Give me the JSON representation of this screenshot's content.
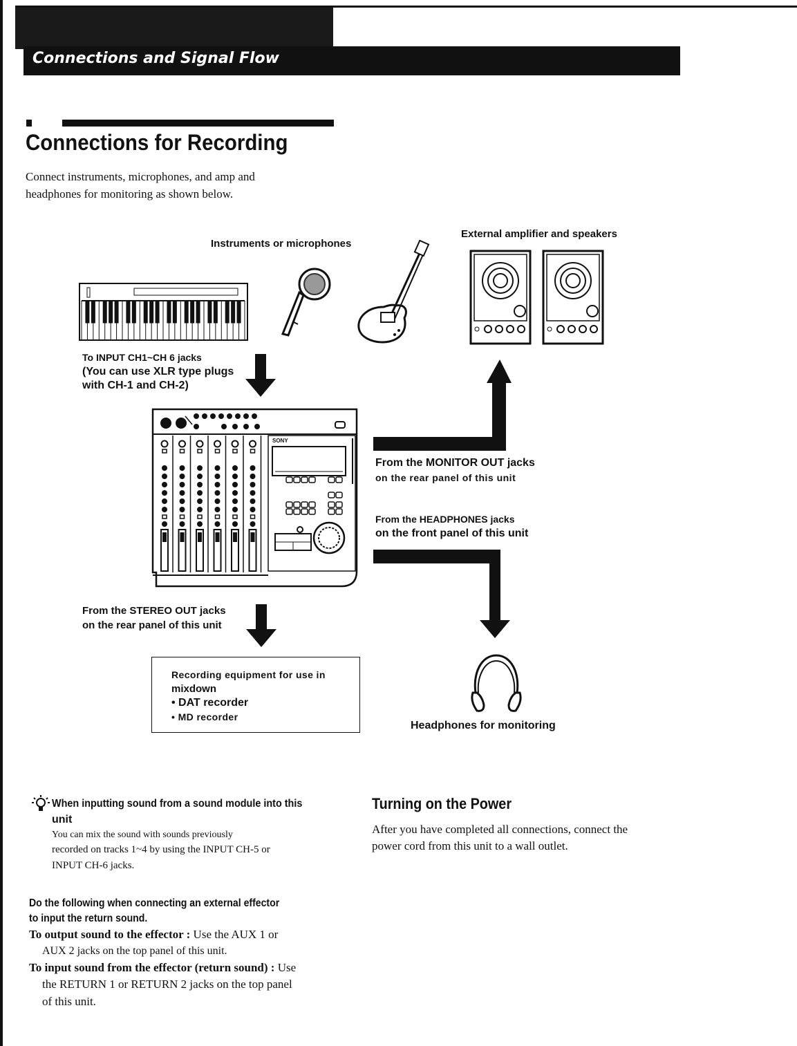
{
  "header": {
    "section_title": "Connections and Signal Flow"
  },
  "main": {
    "heading": "Connections for Recording",
    "intro_line1": "Connect instruments, microphones, and amp and",
    "intro_line2": "headphones for monitoring as shown below."
  },
  "diagram": {
    "instruments_label": "Instruments or microphones",
    "speakers_label": "External amplifier and speakers",
    "input_label_line1": "To INPUT CH1~CH 6 jacks",
    "input_label_line2": "(You can use XLR type plugs",
    "input_label_line3": "with CH-1 and CH-2)",
    "monitor_label_line1": "From the MONITOR OUT jacks",
    "monitor_label_line2": "on the rear panel of this unit",
    "headphones_jack_line1": "From the HEADPHONES jacks",
    "headphones_jack_line2": "on the front panel of this unit",
    "stereo_label_line1": "From the STEREO OUT jacks",
    "stereo_label_line2": "on the rear panel of this unit",
    "brand": "SONY",
    "recording_box": {
      "line1": "Recording equipment for use in",
      "line2": "mixdown",
      "item1": "• DAT recorder",
      "item2": "• MD recorder"
    },
    "headphones_label": "Headphones for monitoring"
  },
  "tip": {
    "title_line1": "When inputting sound from a sound module into this",
    "title_line2": "unit",
    "body_line1": "You can mix the sound with sounds previously",
    "body_line2": "recorded on tracks 1~4 by using the INPUT CH-5 or",
    "body_line3": "INPUT CH-6 jacks."
  },
  "effector": {
    "heading_line1": "Do the following when connecting an external effector",
    "heading_line2": "to input the return sound.",
    "output_term": "To output sound to the effector :",
    "output_text": " Use the AUX 1 or",
    "output_line2": "AUX 2 jacks on the top panel of this unit.",
    "input_term": "To input sound from the effector (return sound) :",
    "input_text": " Use",
    "input_line2": "the RETURN 1 or RETURN 2 jacks on the top panel",
    "input_line3": "of this unit."
  },
  "power": {
    "heading": "Turning on the Power",
    "body_line1": "After you have completed all connections, connect the",
    "body_line2": "power cord from this unit to a wall outlet."
  }
}
